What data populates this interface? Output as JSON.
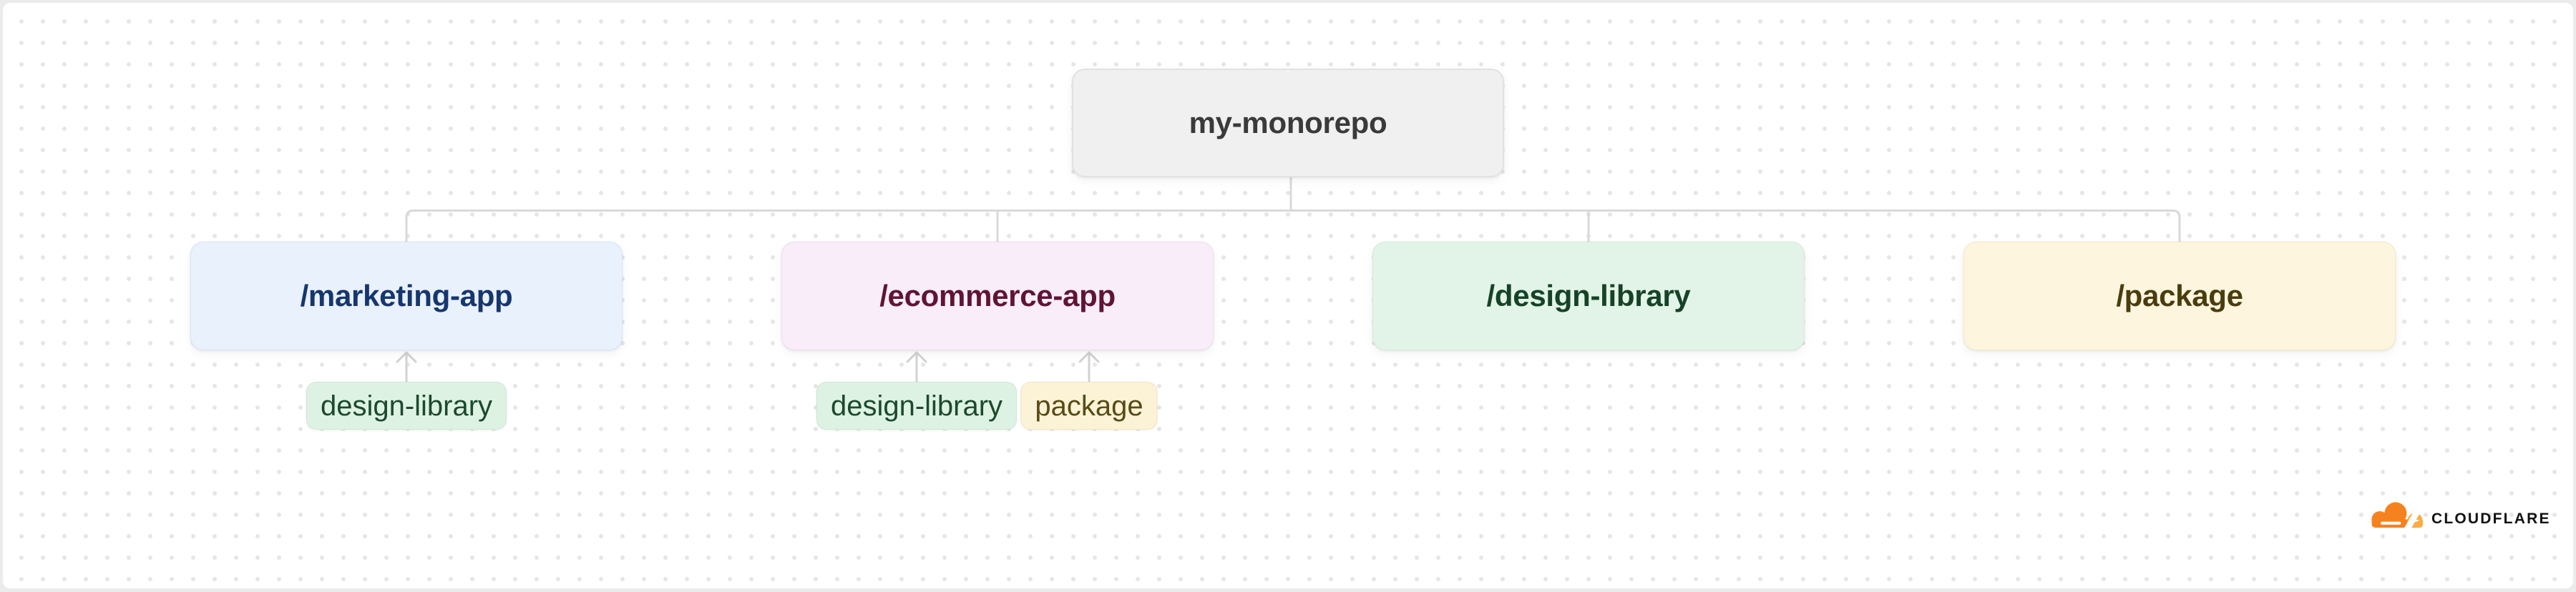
{
  "diagram": {
    "root": {
      "label": "my-monorepo"
    },
    "children": [
      {
        "id": "marketing-app",
        "label": "/marketing-app",
        "fill": "#e9f1fd",
        "text_color": "#16366d",
        "tags": [
          {
            "label": "design-library",
            "style": "green"
          }
        ]
      },
      {
        "id": "ecommerce-app",
        "label": "/ecommerce-app",
        "fill": "#f8edf9",
        "text_color": "#601434",
        "tags": [
          {
            "label": "design-library",
            "style": "green"
          },
          {
            "label": "package",
            "style": "yellow"
          }
        ]
      },
      {
        "id": "design-library",
        "label": "/design-library",
        "fill": "#e2f4e7",
        "text_color": "#164327",
        "tags": []
      },
      {
        "id": "package",
        "label": "/package",
        "fill": "#fdf5de",
        "text_color": "#4a3c0e",
        "tags": []
      }
    ],
    "root_fill": "#f0f0f0",
    "root_text_color": "#3a3a3a",
    "connector_color": "#d9d9d9",
    "arrow_color": "#d2d2d2",
    "tag_green_fill": "#def2e3",
    "tag_green_text": "#1b4a2e",
    "tag_yellow_fill": "#fcf3d7",
    "tag_yellow_text": "#584a13"
  },
  "canvas": {
    "background": "#ffffff",
    "dot_color": "#e6e6e6",
    "outer_border_color": "#ebebeb"
  },
  "branding": {
    "wordmark": "CLOUDFLARE",
    "logo_orange": "#f6821f",
    "logo_light_orange": "#fbad41"
  }
}
